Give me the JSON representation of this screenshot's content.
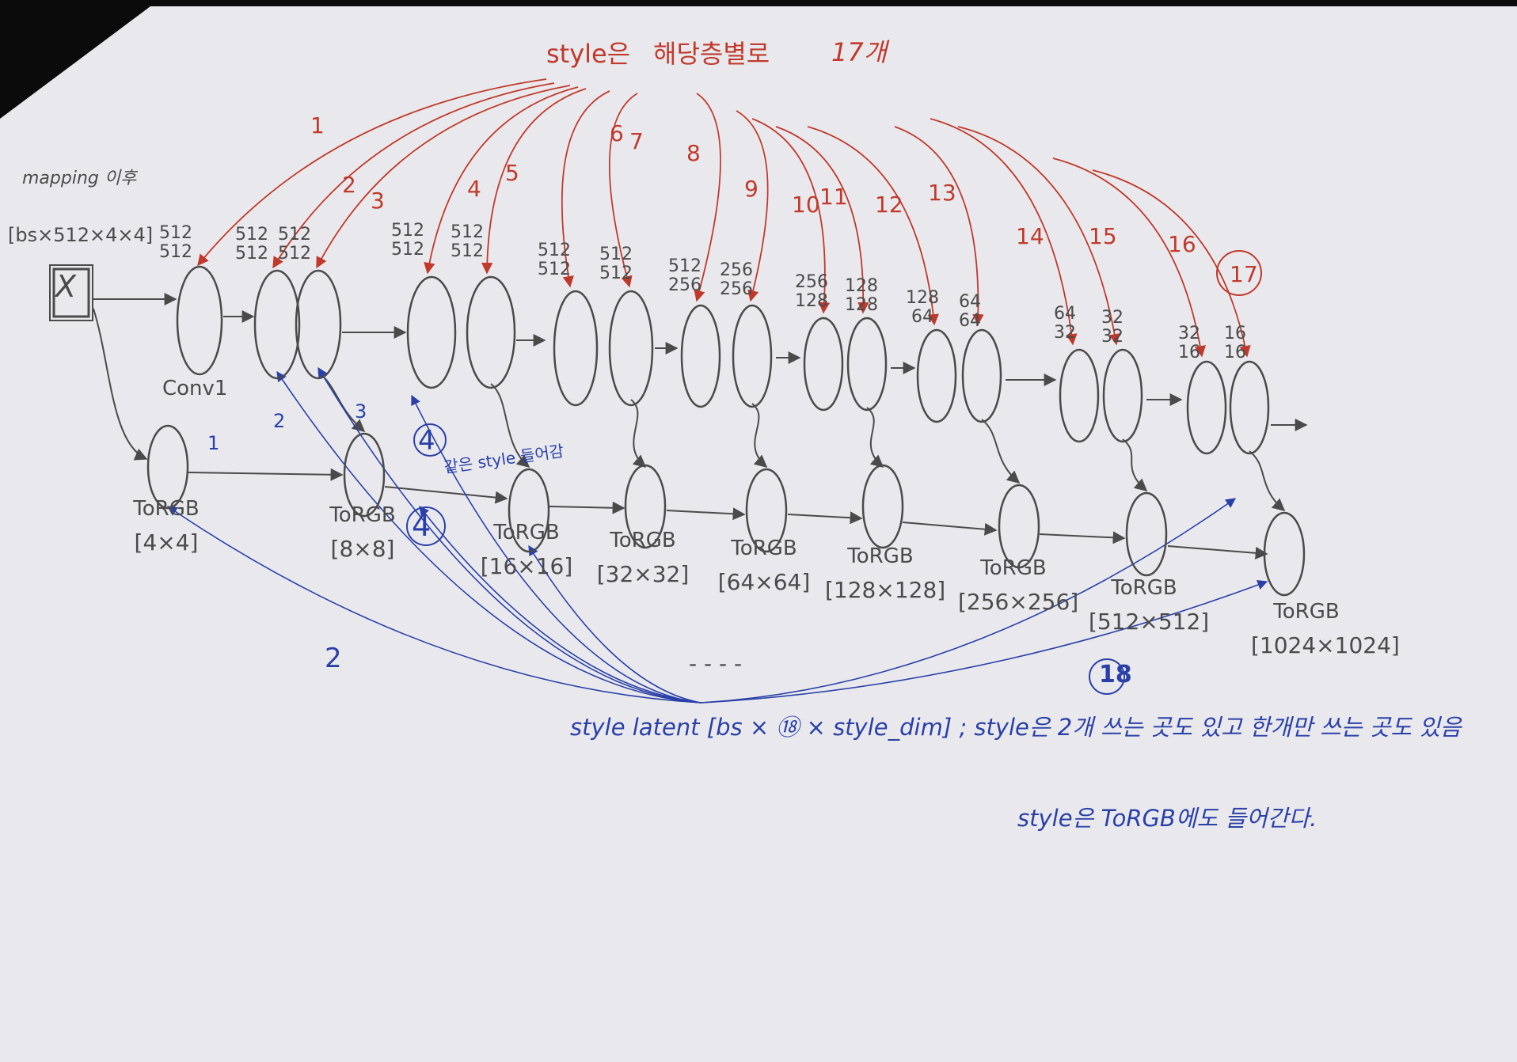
{
  "header": {
    "red_title": "style은",
    "red_subtitle": "해당층별로",
    "red_count": "17개"
  },
  "input": {
    "label": "mapping 이후",
    "shape": "[bs×512×4×4]",
    "tensor": "X"
  },
  "conv1_label": "Conv1",
  "style_index_labels": [
    "1",
    "2",
    "3",
    "4",
    "5",
    "6",
    "7",
    "8",
    "9",
    "10",
    "11",
    "12",
    "13",
    "14",
    "15",
    "16",
    "17"
  ],
  "channels": [
    {
      "top": "512",
      "bottom": "512"
    },
    {
      "top": "512",
      "bottom": "512"
    },
    {
      "top": "512",
      "bottom": "512"
    },
    {
      "top": "512",
      "bottom": "512"
    },
    {
      "top": "512",
      "bottom": "512"
    },
    {
      "top": "512",
      "bottom": "512"
    },
    {
      "top": "512",
      "bottom": "512"
    },
    {
      "top": "512",
      "bottom": "256"
    },
    {
      "top": "256",
      "bottom": "256"
    },
    {
      "top": "256",
      "bottom": "128"
    },
    {
      "top": "128",
      "bottom": "128"
    },
    {
      "top": "128",
      "bottom": "64"
    },
    {
      "top": "64",
      "bottom": "64"
    },
    {
      "top": "64",
      "bottom": "32"
    },
    {
      "top": "32",
      "bottom": "32"
    },
    {
      "top": "32",
      "bottom": "16"
    },
    {
      "top": "16",
      "bottom": "16"
    }
  ],
  "torgb_label": "ToRGB",
  "torgb_resolutions": [
    "[4×4]",
    "[8×8]",
    "[16×16]",
    "[32×32]",
    "[64×64]",
    "[128×128]",
    "[256×256]",
    "[512×512]",
    "[1024×1024]"
  ],
  "blue_notes": {
    "torgb_idx_1": "1",
    "torgb_idx_2": "2",
    "skip_idx_2": "2",
    "skip_idx_3": "3",
    "circled_4a": "4",
    "circled_4b": "4",
    "style_enters_note": "같은 style 들어감",
    "circled_18": "18",
    "dots": "- - - -",
    "latent_line": "style latent [bs × ⑱ × style_dim] ; style은 2개 쓰는 곳도 있고 한개만 쓰는 곳도 있음",
    "torgb_line": "style은 ToRGB에도 들어간다."
  },
  "colors": {
    "pencil": "#4a4a4a",
    "red_pen": "#c0392b",
    "blue_pen": "#2a40a8",
    "paper": "#e9e9ed"
  }
}
